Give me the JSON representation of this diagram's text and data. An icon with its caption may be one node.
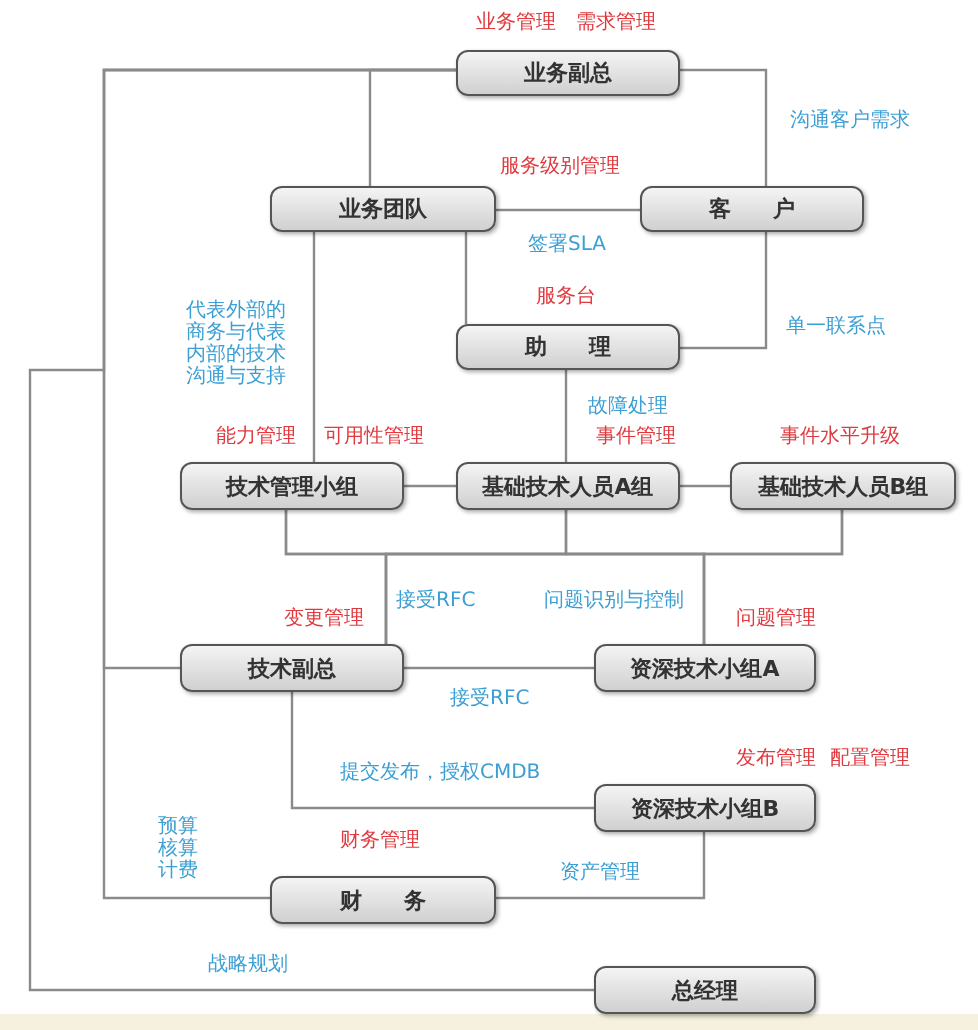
{
  "diagram": {
    "nodes": [
      {
        "text": [
          "业务副总"
        ],
        "beside": [
          "业务管理",
          "需求管理"
        ]
      },
      {
        "text": [
          "业务团队"
        ]
      },
      {
        "text": [
          "客 户"
        ]
      },
      {
        "text": [
          "助 理"
        ],
        "beside": [
          "服务台"
        ]
      },
      {
        "text": [
          "技术管理小组"
        ],
        "beside": [
          "能力管理",
          "可用性管理"
        ]
      },
      {
        "text": [
          "基础技术人员A组"
        ],
        "beside": [
          "事件管理"
        ]
      },
      {
        "text": [
          "基础技术人员B组"
        ],
        "beside": [
          "事件水平升级"
        ]
      },
      {
        "text": [
          "技术副总"
        ],
        "beside": [
          "变更管理"
        ]
      },
      {
        "text": [
          "资深技术小组A"
        ],
        "beside": [
          "问题管理"
        ]
      },
      {
        "text": [
          "资深技术小组B"
        ],
        "beside": [
          "发布管理",
          "配置管理"
        ]
      },
      {
        "text": [
          "财 务"
        ],
        "beside": [
          "财务管理"
        ]
      },
      {
        "text": [
          "总经理"
        ]
      }
    ],
    "edges": [
      {
        "from": 0,
        "to": 1,
        "arrow": "none"
      },
      {
        "from": 0,
        "to": 2,
        "arrow": "none",
        "label": "沟通客户需求"
      },
      {
        "from": 1,
        "to": 2,
        "arrow": "none",
        "label": "签署SLA"
      },
      {
        "from": 1,
        "to": 3,
        "arrow": "none"
      },
      {
        "from": 2,
        "to": 3,
        "arrow": "none",
        "label": "单一联系点"
      },
      {
        "from": 1,
        "to": 4,
        "arrow": "none",
        "label": "代表外部的商务与代表内部的技术沟通与支持"
      },
      {
        "from": 3,
        "to": 5,
        "arrow": "none",
        "label": "故障处理"
      },
      {
        "from": 4,
        "to": 5,
        "arrow": "none"
      },
      {
        "from": 5,
        "to": 6,
        "arrow": "none"
      },
      {
        "from": 4,
        "to": 7,
        "arrow": "none"
      },
      {
        "from": 5,
        "to": 7,
        "arrow": "none",
        "label": "接受RFC"
      },
      {
        "from": 6,
        "to": 7,
        "arrow": "none"
      },
      {
        "from": 4,
        "to": 8,
        "arrow": "none"
      },
      {
        "from": 5,
        "to": 8,
        "arrow": "none",
        "label": "问题识别与控制"
      },
      {
        "from": 6,
        "to": 8,
        "arrow": "none"
      },
      {
        "from": 7,
        "to": 8,
        "arrow": "none",
        "label": "接受RFC"
      },
      {
        "from": 7,
        "to": 9,
        "arrow": "none",
        "label": "提交发布，授权CMDB"
      },
      {
        "from": 9,
        "to": 10,
        "arrow": "none",
        "label": "资产管理"
      },
      {
        "from": 0,
        "to": 7,
        "arrow": "none"
      },
      {
        "from": 0,
        "to": 10,
        "arrow": "none",
        "label": "预算核算计费"
      },
      {
        "from": 0,
        "to": 11,
        "arrow": "none",
        "label": "战略规划"
      }
    ],
    "labels": [
      "服务级别管理"
    ]
  }
}
